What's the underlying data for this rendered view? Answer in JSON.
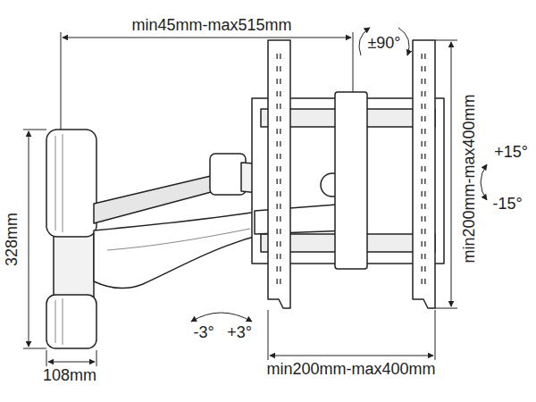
{
  "diagram": {
    "labels": [
      "min45mm-max515mm",
      "±90°",
      "min200mm-max400mm",
      "+15°",
      "-15°",
      "328mm",
      "-3°",
      "+3°",
      "108mm",
      "min200mm-max400mm"
    ]
  }
}
